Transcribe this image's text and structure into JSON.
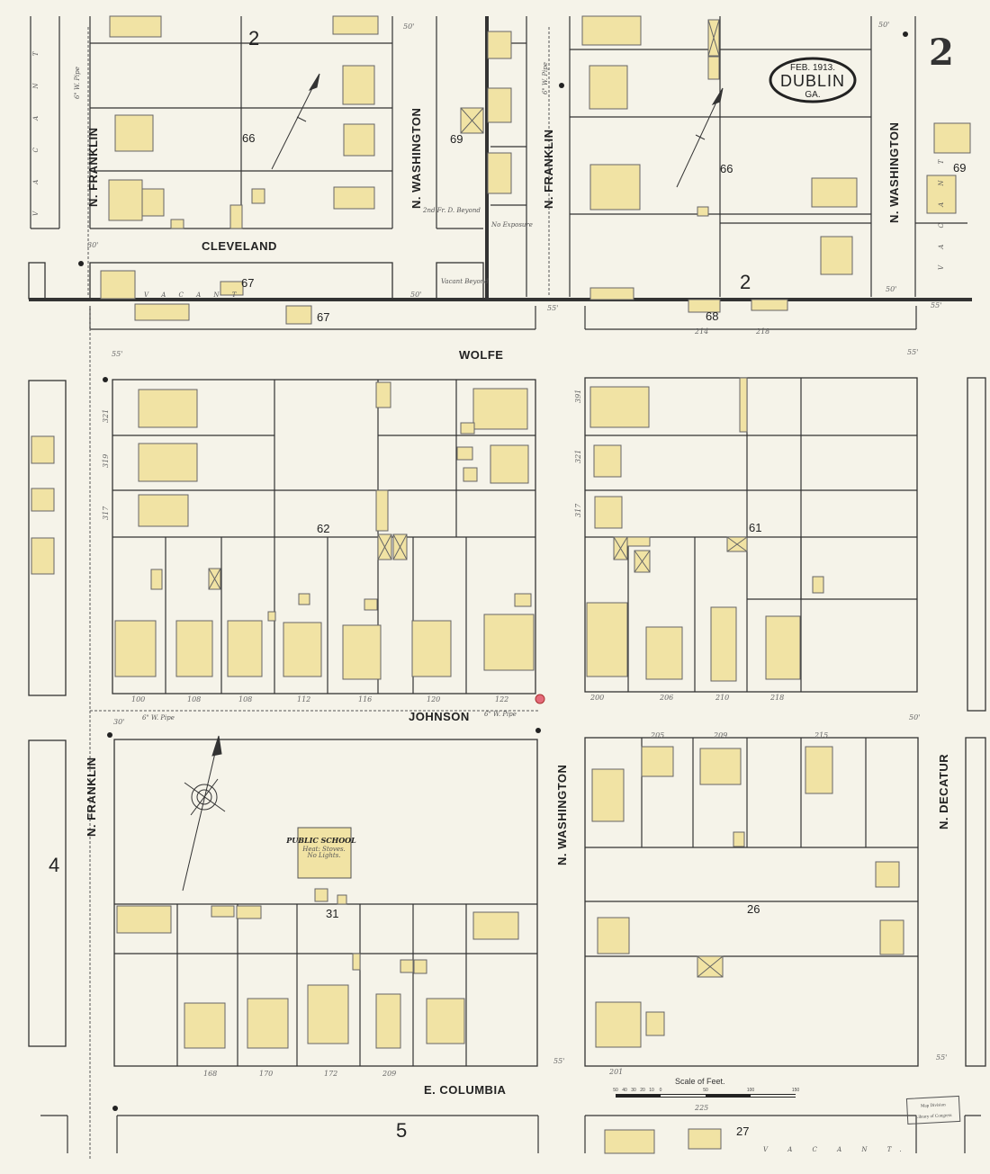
{
  "cartouche": {
    "date": "FEB. 1913.",
    "city": "DUBLIN",
    "state": "GA."
  },
  "sheet_number": "2",
  "streets": {
    "cleveland": "CLEVELAND",
    "wolfe": "WOLFE",
    "johnson": "JOHNSON",
    "e_columbia": "E. COLUMBIA",
    "n_franklin_top_left": "N. FRANKLIN",
    "n_washington_top_left": "N. WASHINGTON",
    "n_franklin_top_right": "N. FRANKLIN",
    "n_washington_top_right": "N. WASHINGTON",
    "n_franklin_bottom": "N. FRANKLIN",
    "n_washington_bottom": "N. WASHINGTON",
    "n_decatur": "N. DECATUR"
  },
  "block_numbers": {
    "b66_left": "66",
    "b69_left": "69",
    "b67_top": "67",
    "b67_bottom": "67",
    "b66_right": "66",
    "b69_right": "69",
    "b68": "68",
    "b62": "62",
    "b61": "61",
    "b31": "31",
    "b26": "26",
    "b27": "27"
  },
  "adjoining_sheets": {
    "top_left": "2",
    "top_right": "2",
    "left": "4",
    "bottom": "5"
  },
  "public_school": {
    "name": "PUBLIC SCHOOL",
    "heat": "Heat: Stoves.",
    "lights": "No Lights."
  },
  "notes": {
    "vacant": "V A C A N T",
    "vacant_beyond": "Vacant Beyond",
    "no_exposure": "No Exposure",
    "fr_d_beyond": "2nd Fr. D. Beyond",
    "water_pipe": "6\" W. Pipe",
    "vacant_bottom": "V A C A N T."
  },
  "house_numbers": {
    "johnson_62": [
      "100",
      "108",
      "108",
      "112",
      "116",
      "120",
      "122"
    ],
    "johnson_61": [
      "200",
      "206",
      "210",
      "218"
    ],
    "johnson_26": [
      "205",
      "209",
      "215"
    ],
    "columbia_31": [
      "168",
      "170",
      "172",
      "209"
    ],
    "columbia_26": [
      "201"
    ],
    "wolfe_68": [
      "214",
      "218"
    ],
    "franklin_62": [
      "321",
      "319",
      "317"
    ],
    "washington_61": [
      "391",
      "321",
      "317"
    ]
  },
  "dimensions": {
    "street_50": "50'",
    "street_55": "55'",
    "street_30": "30'",
    "width_225": "225"
  },
  "scale": {
    "title": "Scale of Feet.",
    "ticks": [
      "50",
      "40",
      "30",
      "20",
      "10",
      "0",
      "50",
      "100",
      "150"
    ]
  },
  "stamp": {
    "line1": "Map Division",
    "line2": "Library of Congress"
  },
  "colors": {
    "paper": "#f5f3e9",
    "frame_building": "#f1e3a4",
    "ink": "#2b2b2b",
    "hydrant": "#e46a7a"
  }
}
